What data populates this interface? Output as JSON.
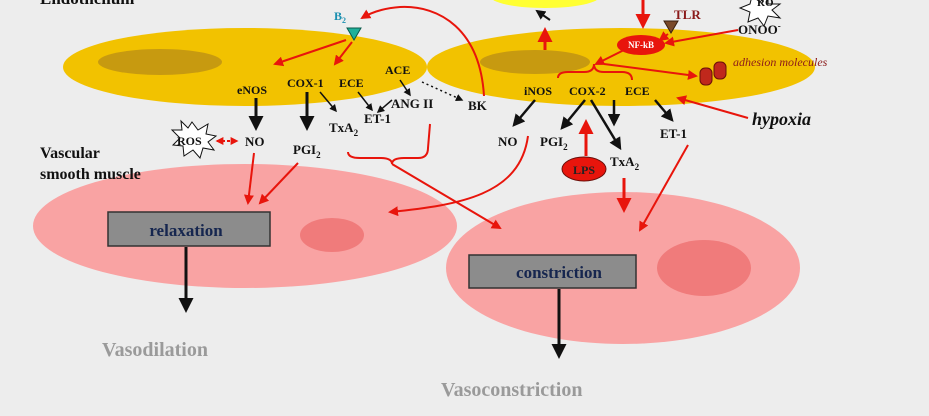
{
  "colors": {
    "background": "#ededed",
    "endothelium_cell": "#f2c200",
    "nucleus": "#c79a10",
    "smooth_muscle_cell": "#f9a3a3",
    "smooth_muscle_nucleus": "#f07b7b",
    "arrow_red": "#e8150c",
    "arrow_black": "#111111",
    "box_fill": "#8c8c8c",
    "box_text": "#16264f",
    "outcome_text": "#9a9a9a",
    "annotation_text": "#8b1a1a"
  },
  "header": {
    "endothelium_label": "Endothelium"
  },
  "left_cell": {
    "b2": "B",
    "b2_sub": "2",
    "enos": "eNOS",
    "cox1": "COX-1",
    "ece": "ECE",
    "ace": "ACE",
    "ros": "ROS",
    "no": "NO",
    "pgi2": "PGI",
    "pgi2_sub": "2",
    "txa2": "TxA",
    "txa2_sub": "2",
    "et1": "ET-1",
    "ang2": "ANG II",
    "bk": "BK"
  },
  "vascular_label": [
    "Vascular",
    "smooth muscle"
  ],
  "right_cell": {
    "tlr": "TLR",
    "onoo": "ONOO",
    "onoo_sup": "-",
    "ros_top": "RO",
    "nfkb": "NF-kB",
    "adhesion": "adhesion  molecules",
    "inos": "iNOS",
    "cox2": "COX-2",
    "ece": "ECE",
    "hypoxia": "hypoxia",
    "no": "NO",
    "pgi2": "PGI",
    "pgi2_sub": "2",
    "lps": "LPS",
    "txa2": "TxA",
    "txa2_sub": "2",
    "et1": "ET-1"
  },
  "boxes": {
    "relaxation": "relaxation",
    "constriction": "constriction"
  },
  "outcomes": {
    "vasodilation": "Vasodilation",
    "vasoconstriction": "Vasoconstriction"
  }
}
